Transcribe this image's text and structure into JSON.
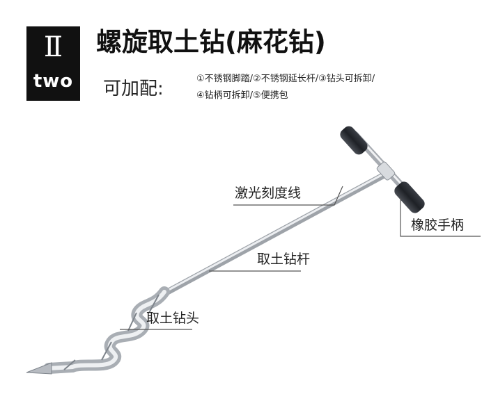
{
  "header": {
    "badge_numeral": "Ⅱ",
    "badge_word": "two",
    "title": "螺旋取土钻(麻花钻)",
    "subtitle": "可加配:",
    "options": [
      "①不锈钢脚踏/②不锈钢延长杆/③钻头可拆卸/",
      "④钻柄可拆卸/⑤便携包"
    ]
  },
  "callouts": {
    "laser_scale": "激光刻度线",
    "rubber_handle": "橡胶手柄",
    "drill_rod": "取土钻杆",
    "drill_head": "取土钻头"
  },
  "colors": {
    "badge_bg": "#111111",
    "metal": "#c9ccd0",
    "grip": "#2b2e33",
    "leader_line": "#555555"
  }
}
